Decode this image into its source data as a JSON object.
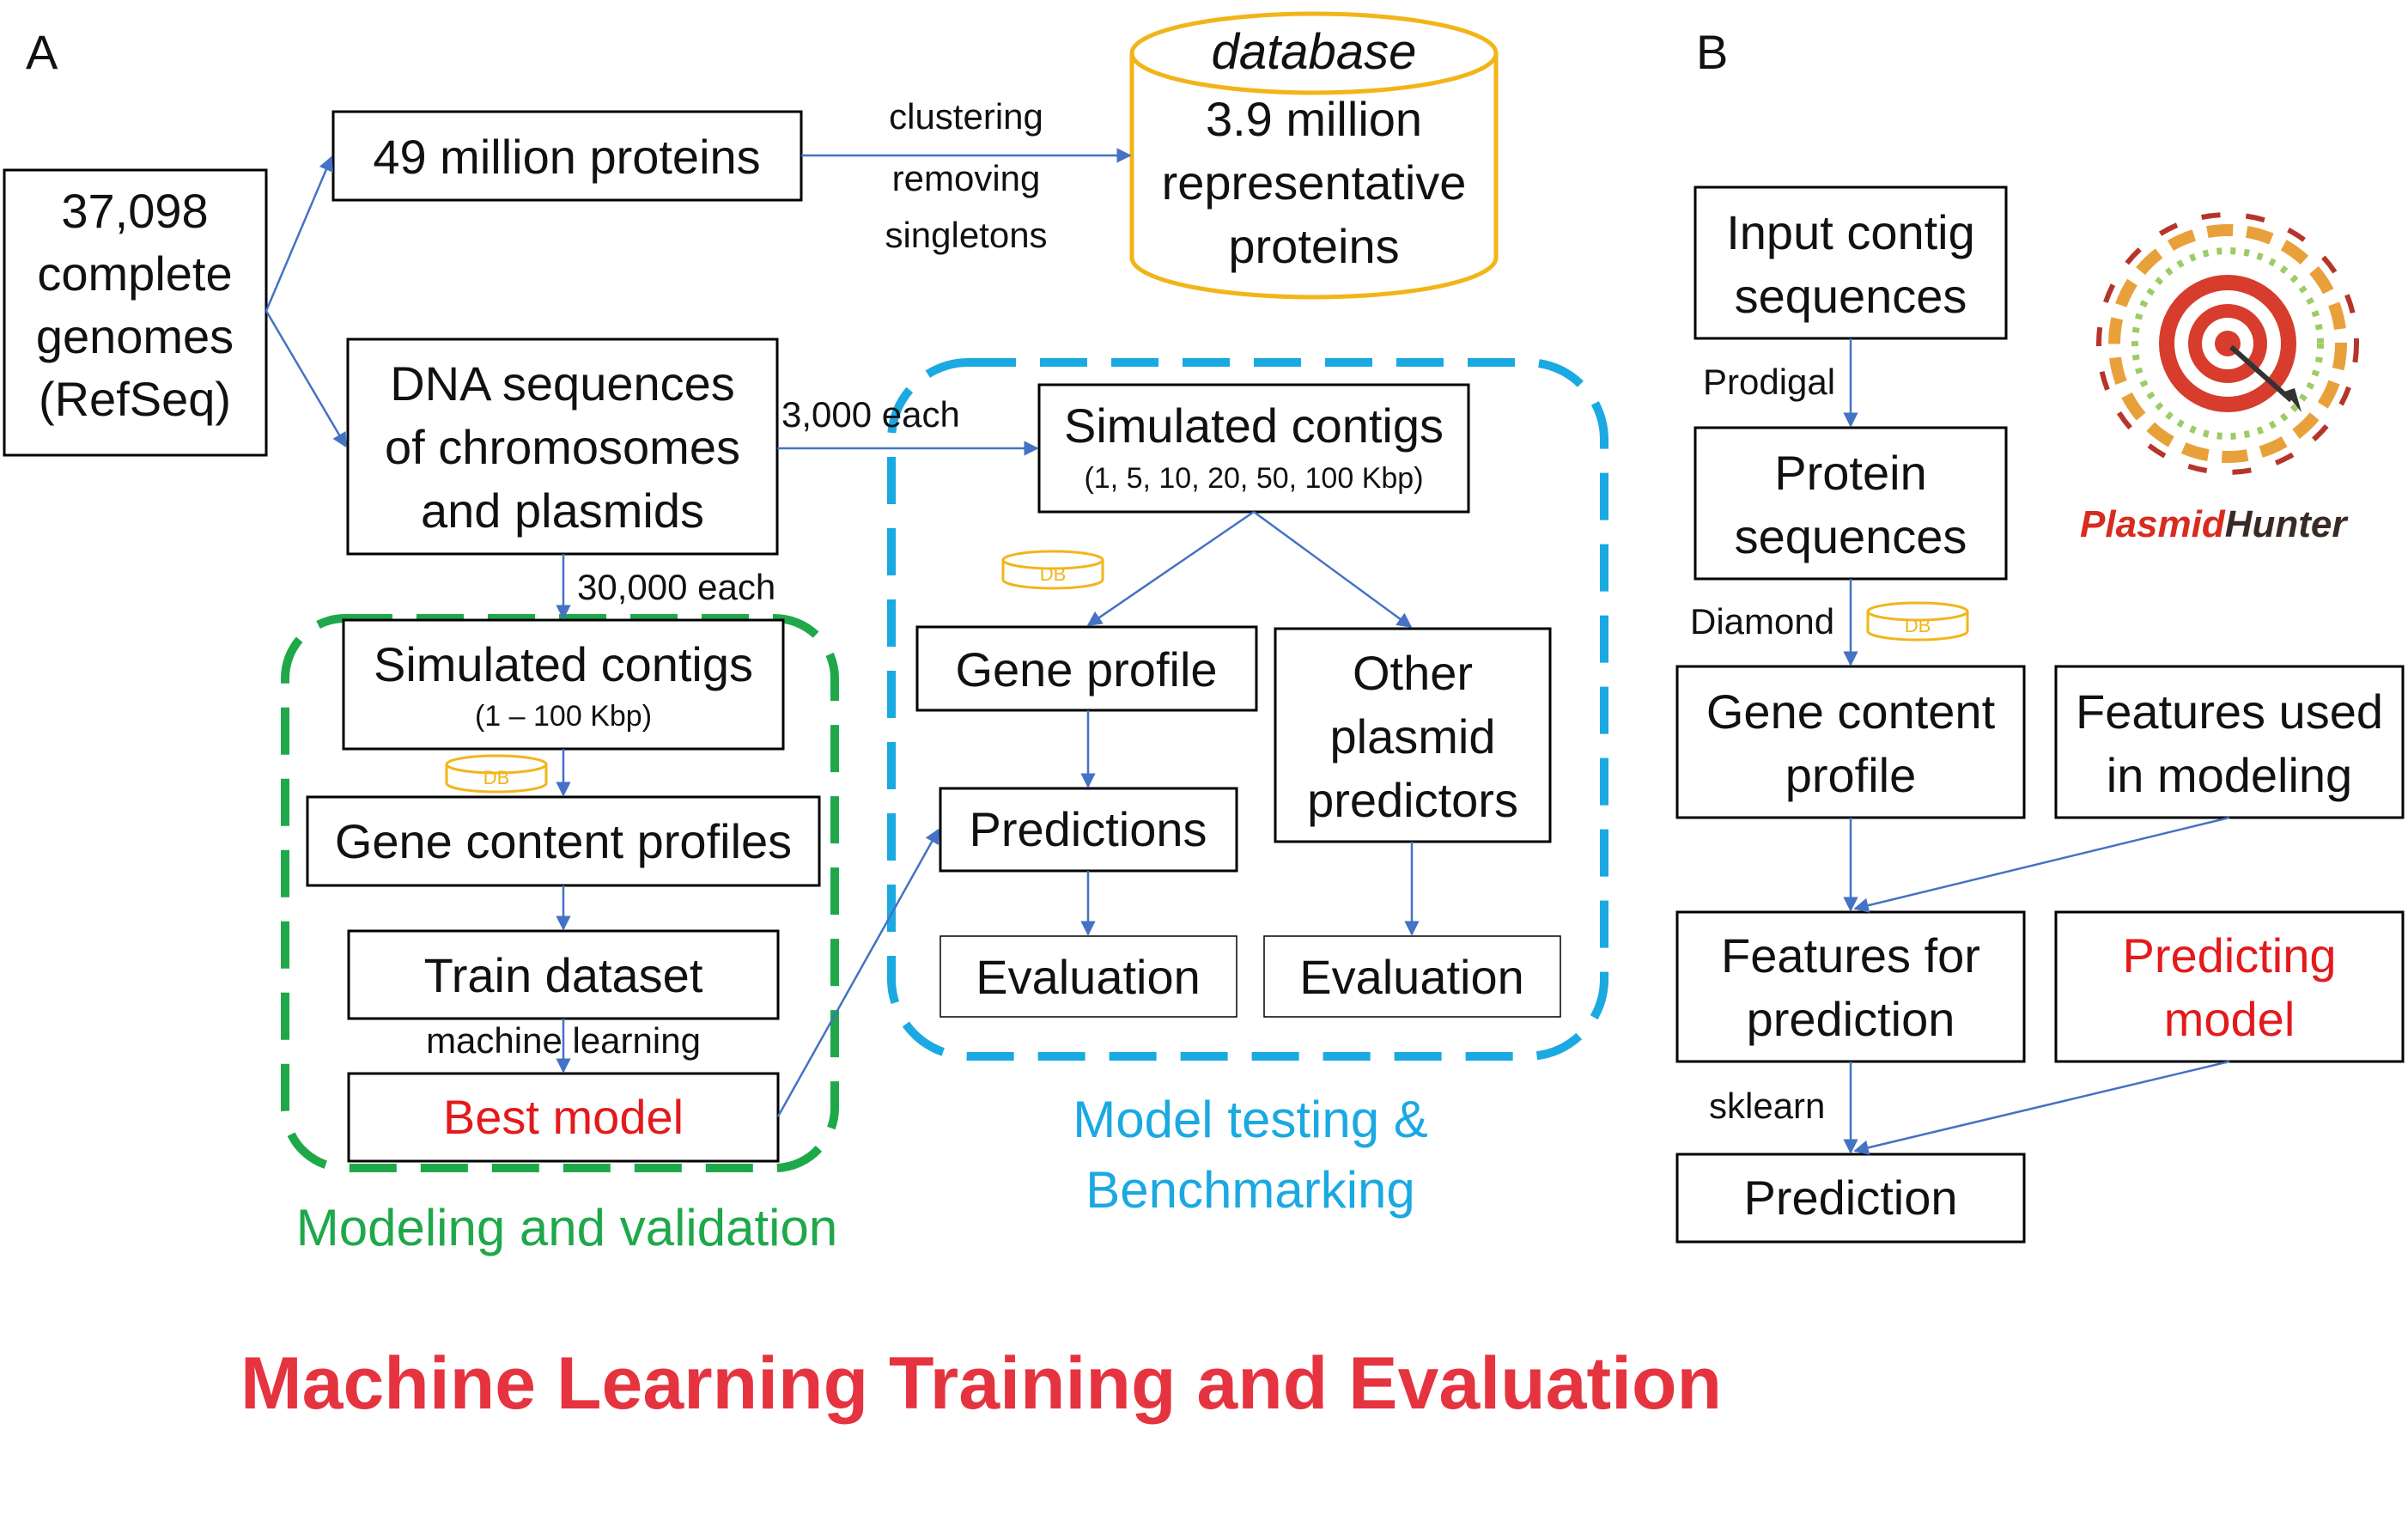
{
  "panel_a": {
    "letter": "A",
    "genomes": [
      "37,098",
      "complete",
      "genomes",
      "(RefSeq)"
    ],
    "proteins": "49 million proteins",
    "clustering": [
      "clustering",
      "removing",
      "singletons"
    ],
    "database": {
      "title": "database",
      "lines": [
        "3.9 million",
        "representative",
        "proteins"
      ]
    },
    "dna": [
      "DNA sequences",
      "of chromosomes",
      "and plasmids"
    ],
    "each_3000": "3,000 each",
    "each_30000": "30,000 each",
    "sim_test": {
      "title": "Simulated contigs",
      "sub": "(1, 5, 10, 20, 50, 100 Kbp)"
    },
    "sim_train": {
      "title": "Simulated contigs",
      "sub": "(1 – 100 Kbp)"
    },
    "db_badge": "DB",
    "gene_content_profiles": "Gene content profiles",
    "train_dataset": "Train dataset",
    "machine_learning": "machine learning",
    "best_model": "Best model",
    "gene_profile": "Gene profile",
    "other_predictors": [
      "Other",
      "plasmid",
      "predictors"
    ],
    "predictions": "Predictions",
    "evaluation": "Evaluation",
    "evaluation_2": "Evaluation",
    "modeling_caption": "Modeling and validation",
    "testing_caption": [
      "Model testing &",
      "Benchmarking"
    ]
  },
  "panel_b": {
    "letter": "B",
    "input": [
      "Input contig",
      "sequences"
    ],
    "prodigal": "Prodigal",
    "protein_seq": [
      "Protein",
      "sequences"
    ],
    "diamond": "Diamond",
    "db_badge": "DB",
    "gene_content": [
      "Gene content",
      "profile"
    ],
    "features_used": [
      "Features used",
      "in modeling"
    ],
    "features_pred": [
      "Features for",
      "prediction"
    ],
    "predicting_model": [
      "Predicting",
      "model"
    ],
    "sklearn": "sklearn",
    "prediction": "Prediction",
    "logo_text": "PlasmidHunter"
  },
  "footer_title": "Machine Learning Training and Evaluation",
  "colors": {
    "arrow": "#4472c4",
    "green_dash": "#1fa84a",
    "blue_dash": "#1aa9e1",
    "database_outline": "#f2b519",
    "red": "#e31a1c",
    "title_red": "#e53340",
    "green_text": "#1fa84a",
    "blue_text": "#1aa9e1"
  }
}
